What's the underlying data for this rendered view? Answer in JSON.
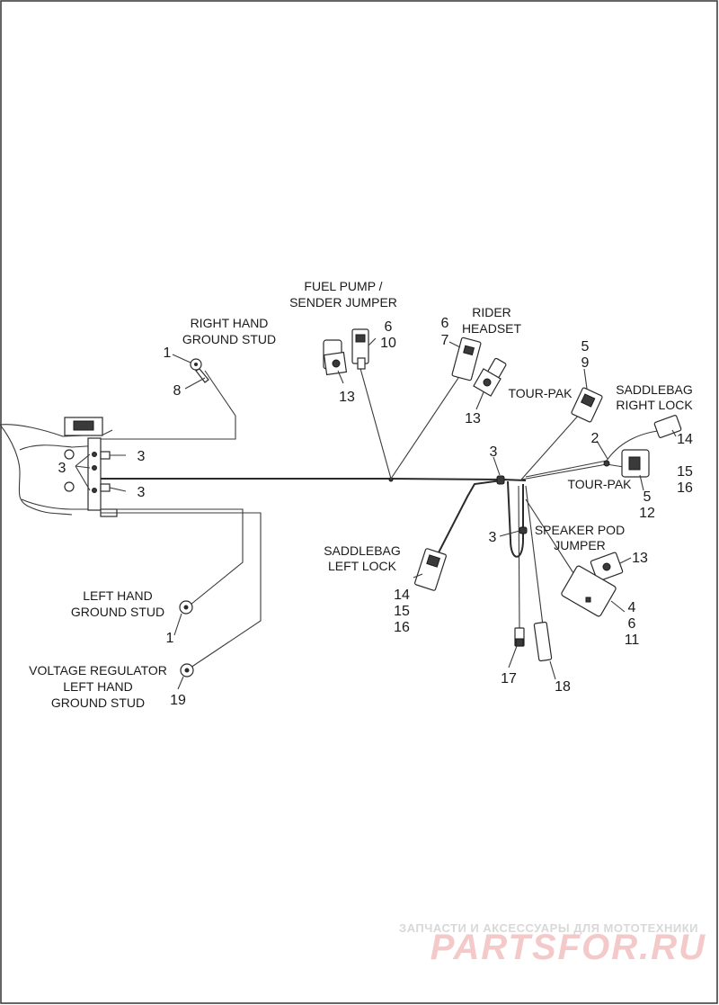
{
  "labels": {
    "fuel_pump_1": "FUEL PUMP /",
    "fuel_pump_2": "SENDER JUMPER",
    "rider_1": "RIDER",
    "rider_2": "HEADSET",
    "rh_ground_1": "RIGHT HAND",
    "rh_ground_2": "GROUND STUD",
    "tour_pak_top": "TOUR-PAK",
    "saddlebag_right_1": "SADDLEBAG",
    "saddlebag_right_2": "RIGHT LOCK",
    "tour_pak_right": "TOUR-PAK",
    "saddlebag_left_1": "SADDLEBAG",
    "saddlebag_left_2": "LEFT LOCK",
    "speaker_1": "SPEAKER POD",
    "speaker_2": "JUMPER",
    "lh_ground_1": "LEFT HAND",
    "lh_ground_2": "GROUND STUD",
    "vr_1": "VOLTAGE REGULATOR",
    "vr_2": "LEFT HAND",
    "vr_3": "GROUND STUD"
  },
  "callouts": {
    "n_1_top": "1",
    "n_8": "8",
    "n_6_fuel": "6",
    "n_10": "10",
    "n_13_fuel": "13",
    "n_6_rider": "6",
    "n_7": "7",
    "n_13_rider": "13",
    "n_5_top": "5",
    "n_9": "9",
    "n_2": "2",
    "n_14_r": "14",
    "n_15_r": "15",
    "n_16_r": "16",
    "n_5_r": "5",
    "n_12": "12",
    "n_3_a": "3",
    "n_3_b": "3",
    "n_3_c": "3",
    "n_3_mid": "3",
    "n_3_low": "3",
    "n_13_speaker": "13",
    "n_4": "4",
    "n_6_speaker": "6",
    "n_11": "11",
    "n_14_l": "14",
    "n_15_l": "15",
    "n_16_l": "16",
    "n_17": "17",
    "n_18": "18",
    "n_1_left": "1",
    "n_19": "19"
  },
  "watermark": {
    "line1": "ЗАПЧАСТИ И АКСЕССУАРЫ ДЛЯ МОТОТЕХНИКИ",
    "line2": "PARTSFOR.RU"
  },
  "colors": {
    "line": "#2a2a2a",
    "watermark": "#f3c9c9"
  }
}
